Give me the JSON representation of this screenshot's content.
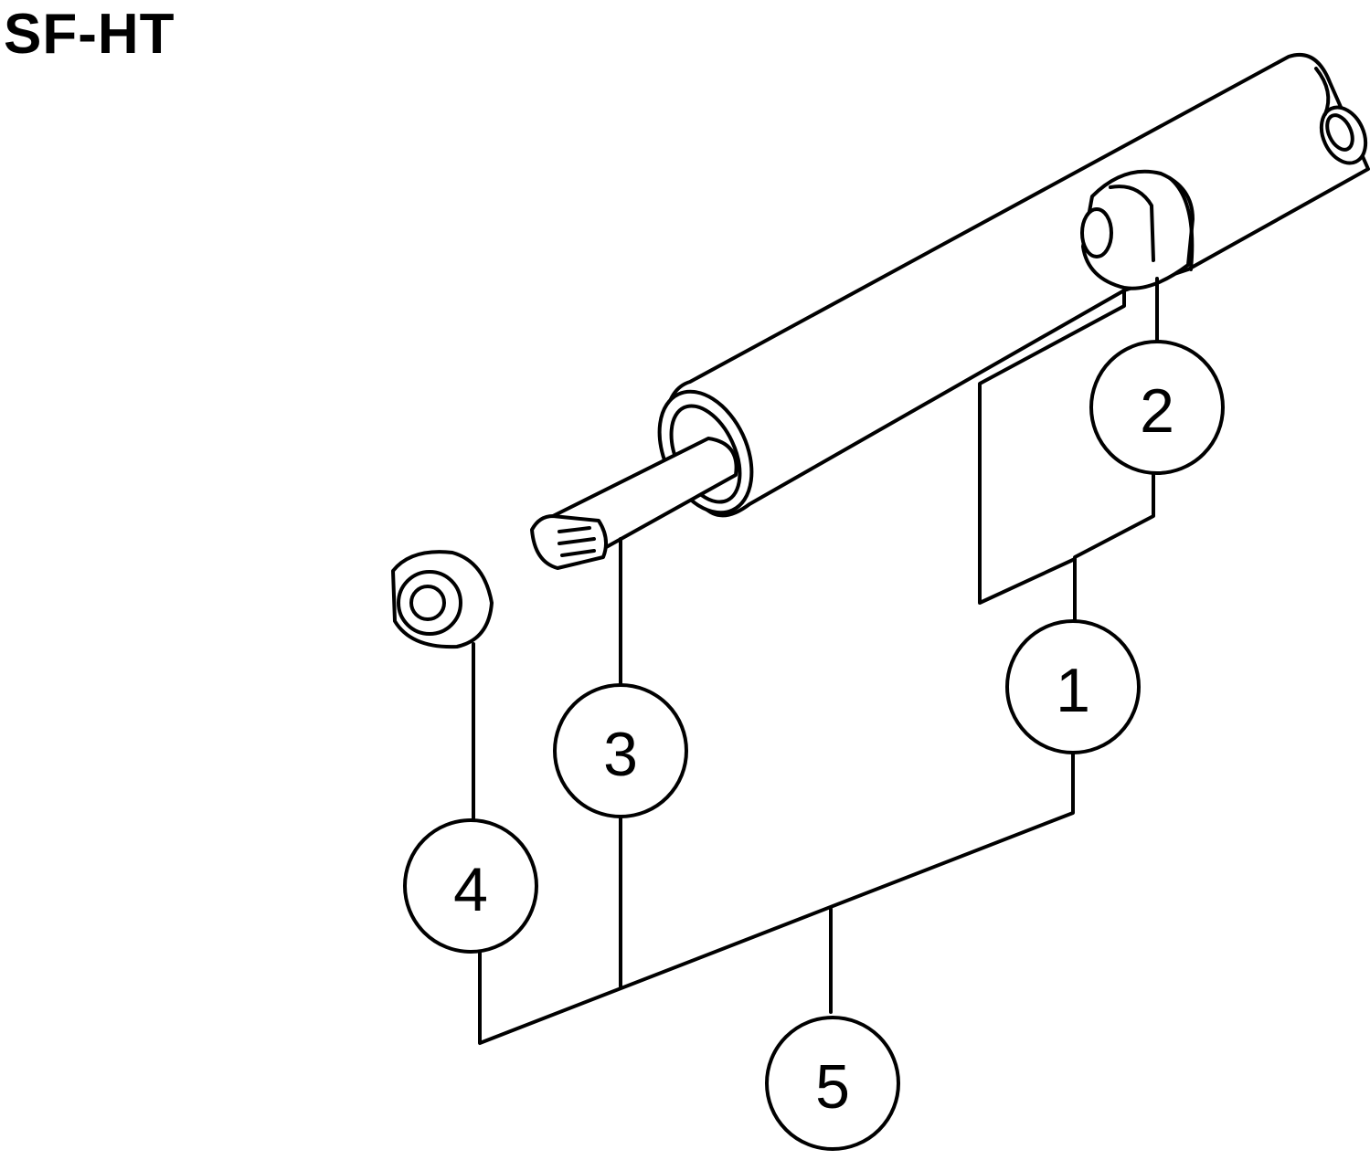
{
  "title": "SF-HT",
  "callouts": [
    "1",
    "2",
    "3",
    "4",
    "5"
  ]
}
